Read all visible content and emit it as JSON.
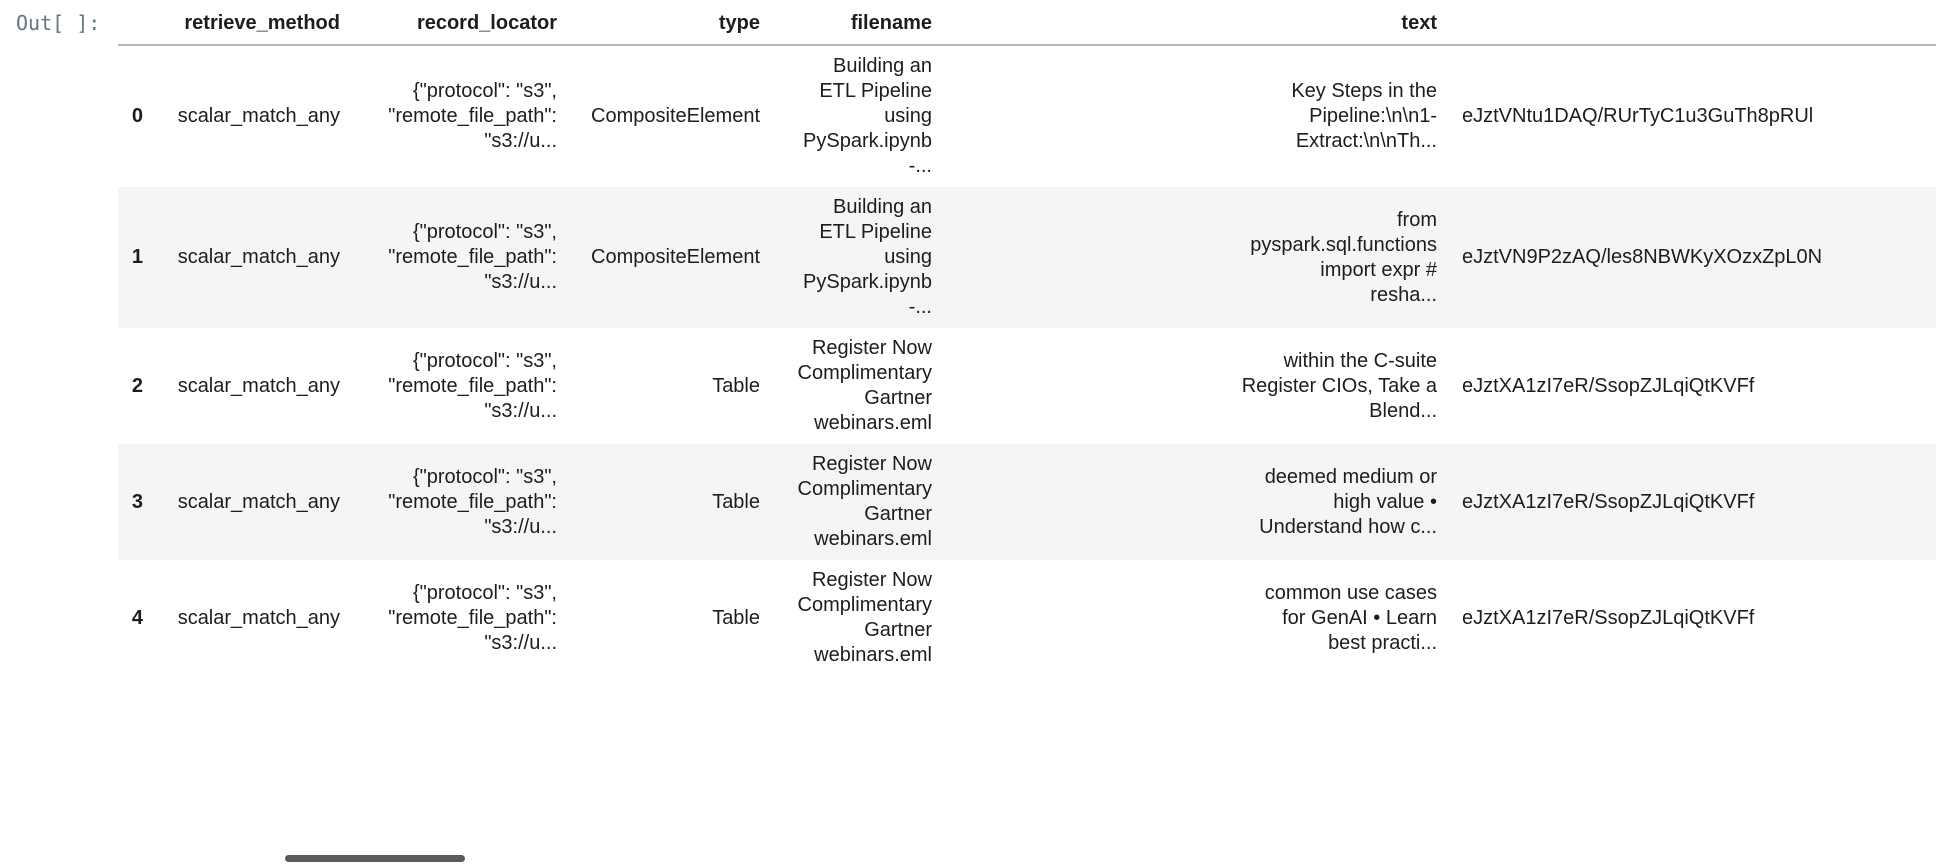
{
  "prompt": {
    "label": "Out[ ]:"
  },
  "colors": {
    "zebra_row": "#f5f5f5",
    "header_underline": "#b7b7b7",
    "prompt_text": "#607686",
    "cell_text": "#1d1d1f",
    "scrollbar_thumb": "#5a5a5a"
  },
  "table": {
    "columns": [
      "",
      "retrieve_method",
      "record_locator",
      "type",
      "filename",
      "text",
      ""
    ],
    "rows": [
      {
        "cells": [
          "0",
          "scalar_match_any",
          "{\"protocol\": \"s3\",\n\"remote_file_path\":\n\"s3://u...",
          "CompositeElement",
          "Building an\nETL Pipeline\nusing\nPySpark.ipynb\n-...",
          "Key Steps in the\nPipeline:\\n\\n1-\nExtract:\\n\\nTh...",
          "eJztVNtu1DAQ/RUrTyC1u3GuTh8pRUl"
        ]
      },
      {
        "cells": [
          "1",
          "scalar_match_any",
          "{\"protocol\": \"s3\",\n\"remote_file_path\":\n\"s3://u...",
          "CompositeElement",
          "Building an\nETL Pipeline\nusing\nPySpark.ipynb\n-...",
          "from\npyspark.sql.functions\nimport expr #\nresha...",
          "eJztVN9P2zAQ/les8NBWKyXOzxZpL0N"
        ]
      },
      {
        "cells": [
          "2",
          "scalar_match_any",
          "{\"protocol\": \"s3\",\n\"remote_file_path\":\n\"s3://u...",
          "Table",
          "Register Now\nComplimentary\nGartner\nwebinars.eml",
          "within the C-suite\nRegister CIOs, Take a\nBlend...",
          "eJztXA1zI7eR/SsopZJLqiQtKVFf"
        ]
      },
      {
        "cells": [
          "3",
          "scalar_match_any",
          "{\"protocol\": \"s3\",\n\"remote_file_path\":\n\"s3://u...",
          "Table",
          "Register Now\nComplimentary\nGartner\nwebinars.eml",
          "deemed medium or\nhigh value •\nUnderstand how c...",
          "eJztXA1zI7eR/SsopZJLqiQtKVFf"
        ]
      },
      {
        "cells": [
          "4",
          "scalar_match_any",
          "{\"protocol\": \"s3\",\n\"remote_file_path\":\n\"s3://u...",
          "Table",
          "Register Now\nComplimentary\nGartner\nwebinars.eml",
          "common use cases\nfor GenAI • Learn\nbest practi...",
          "eJztXA1zI7eR/SsopZJLqiQtKVFf"
        ]
      }
    ]
  }
}
